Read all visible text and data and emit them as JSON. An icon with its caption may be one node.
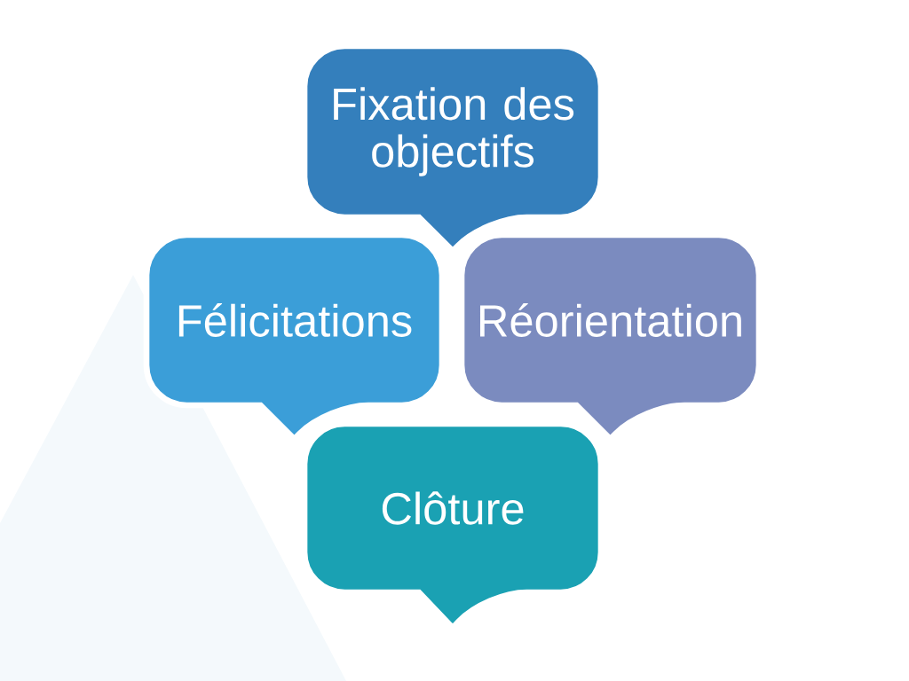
{
  "diagram": {
    "nodes": [
      {
        "text": [
          "Fixation des objectifs"
        ]
      },
      {
        "text": [
          "Félicitations"
        ]
      },
      {
        "text": [
          "Réorientation"
        ]
      },
      {
        "text": [
          "Clôture"
        ]
      }
    ]
  }
}
